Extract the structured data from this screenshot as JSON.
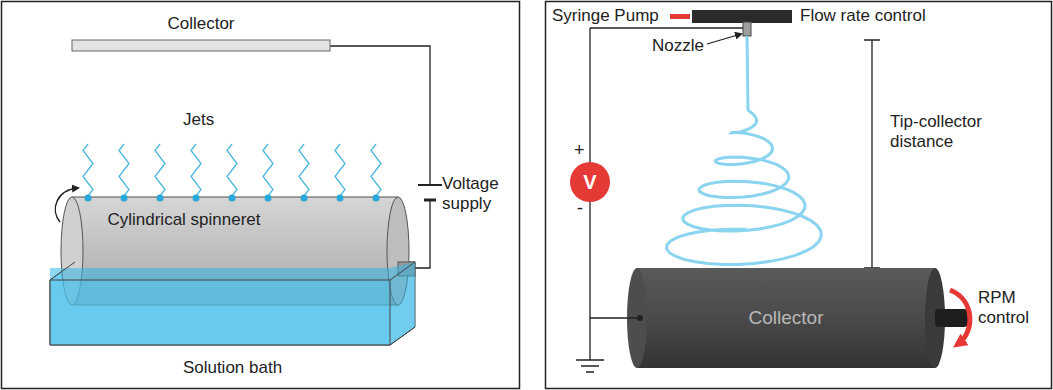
{
  "diagram": {
    "nodes": [
      {
        "text": [
          "Collector"
        ]
      },
      {
        "text": [
          "Cylindrical spinneret"
        ]
      },
      {
        "text": [
          "Solution bath"
        ]
      },
      {
        "text": [
          "V"
        ]
      },
      {
        "text": [
          "Collector"
        ]
      }
    ],
    "edges": [
      {
        "from": 3,
        "to": 4,
        "arrow": "none"
      }
    ],
    "labels": [
      "Jets",
      "Voltage supply",
      "Syringe Pump",
      "Flow rate control",
      "Nozzle",
      "Tip-collector distance",
      "RPM control",
      "+",
      "-"
    ]
  }
}
